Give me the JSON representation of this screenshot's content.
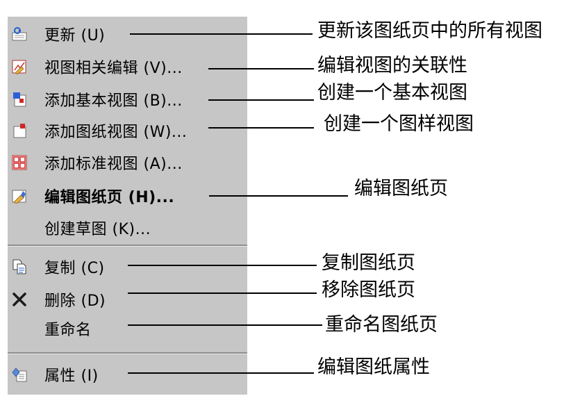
{
  "menu": {
    "items": [
      {
        "label": "更新 (U)",
        "icon": "refresh-icon",
        "bold": false
      },
      {
        "label": "视图相关编辑 (V)...",
        "icon": "edit-view-icon",
        "bold": false
      },
      {
        "label": "添加基本视图 (B)...",
        "icon": "base-view-icon",
        "bold": false
      },
      {
        "label": "添加图纸视图 (W)...",
        "icon": "sheet-view-icon",
        "bold": false
      },
      {
        "label": "添加标准视图 (A)...",
        "icon": "standard-views-icon",
        "bold": false
      },
      {
        "label": "编辑图纸页 (H)...",
        "icon": "edit-sheet-icon",
        "bold": true
      },
      {
        "label": "创建草图 (K)...",
        "icon": "",
        "bold": false
      },
      {
        "label": "复制 (C)",
        "icon": "copy-icon",
        "bold": false
      },
      {
        "label": "删除 (D)",
        "icon": "delete-icon",
        "bold": false
      },
      {
        "label": "重命名",
        "icon": "",
        "bold": false
      },
      {
        "label": "属性 (I)",
        "icon": "properties-icon",
        "bold": false
      }
    ]
  },
  "annotations": [
    "更新该图纸页中的所有视图",
    "编辑视图的关联性",
    "创建一个基本视图",
    "创建一个图样视图",
    "编辑图纸页",
    "复制图纸页",
    "移除图纸页",
    "重命名图纸页",
    "编辑图纸属性"
  ],
  "colors": {
    "menu_background": "#c6c6c6",
    "leader_line": "#000000"
  }
}
